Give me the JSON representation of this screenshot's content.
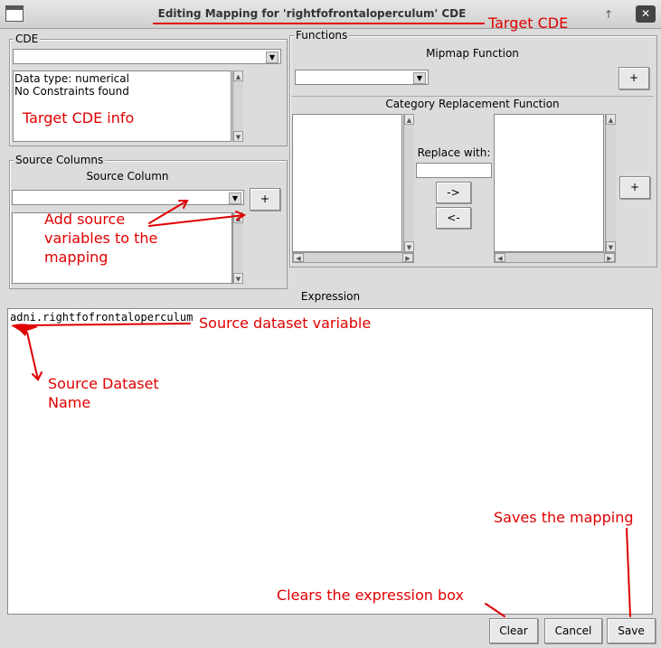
{
  "window": {
    "title": "Editing Mapping for 'rightfofrontaloperculum' CDE",
    "buttons": [
      "↑",
      "✕"
    ]
  },
  "cde": {
    "legend": "CDE",
    "selected_value": "",
    "info_lines": [
      "Data type: numerical",
      "No Constraints found"
    ]
  },
  "functions": {
    "legend": "Functions",
    "mipmap_label": "Mipmap Function",
    "mipmap_value": "",
    "add_label": "+",
    "category_label": "Category Replacement Function",
    "replace_with_label": "Replace with:",
    "replace_with_value": "",
    "move_right_label": "->",
    "move_left_label": "<-",
    "category_add_label": "+"
  },
  "source_columns": {
    "legend": "Source Columns",
    "header": "Source Column",
    "selected_value": "",
    "add_label": "+"
  },
  "expression": {
    "label": "Expression",
    "value": "adni.rightfofrontaloperculum"
  },
  "footer": {
    "clear_label": "Clear",
    "cancel_label": "Cancel",
    "save_label": "Save"
  },
  "annotations": {
    "target_cde": "Target CDE",
    "target_cde_info": "Target CDE info",
    "add_source_line1": "Add source",
    "add_source_line2": "variables to the",
    "add_source_line3": "mapping",
    "source_dataset_variable": "Source dataset variable",
    "source_dataset_name_line1": "Source Dataset",
    "source_dataset_name_line2": "Name",
    "saves_mapping": "Saves the mapping",
    "clears_expression": "Clears the expression box",
    "color": "#e00000"
  }
}
